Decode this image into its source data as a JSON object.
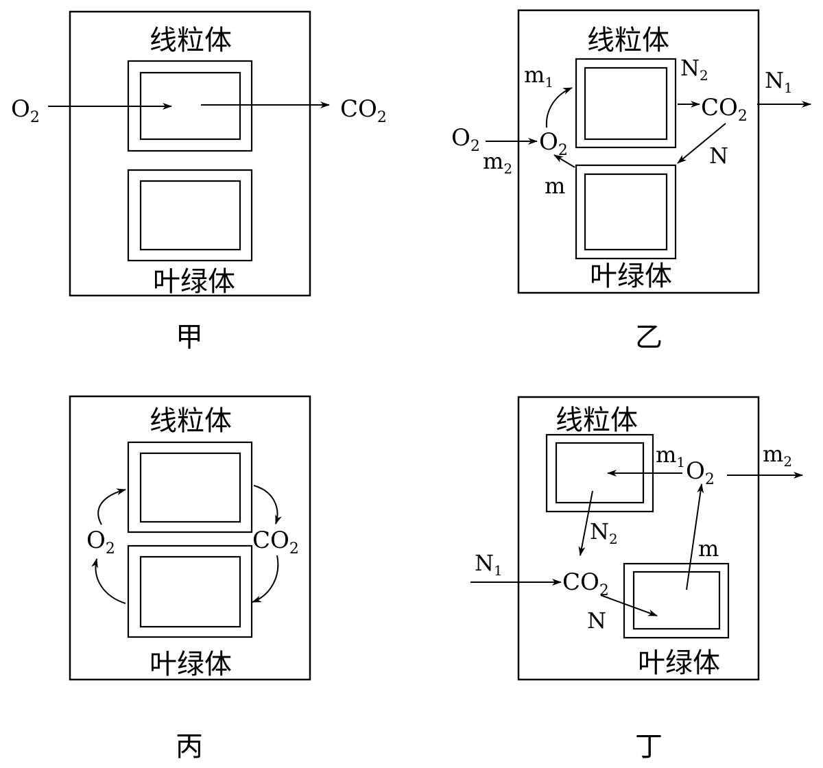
{
  "panels": {
    "jia": {
      "caption": "甲",
      "mito_label": "线粒体",
      "chloro_label": "叶绿体",
      "o2_in": "O",
      "co2_out": "CO"
    },
    "yi": {
      "caption": "乙",
      "mito_label": "线粒体",
      "chloro_label": "叶绿体",
      "o2_outside": "O",
      "o2_inside": "O",
      "co2": "CO",
      "m1": "m",
      "m2": "m",
      "m": "m",
      "n2": "N",
      "n1": "N",
      "n": "N"
    },
    "bing": {
      "caption": "丙",
      "mito_label": "线粒体",
      "chloro_label": "叶绿体",
      "o2": "O",
      "co2": "CO"
    },
    "ding": {
      "caption": "丁",
      "mito_label": "线粒体",
      "chloro_label": "叶绿体",
      "o2": "O",
      "co2": "CO",
      "m1": "m",
      "m2": "m",
      "m": "m",
      "n1": "N",
      "n2": "N",
      "n": "N"
    }
  },
  "subscripts": {
    "two": "2",
    "one": "1"
  }
}
